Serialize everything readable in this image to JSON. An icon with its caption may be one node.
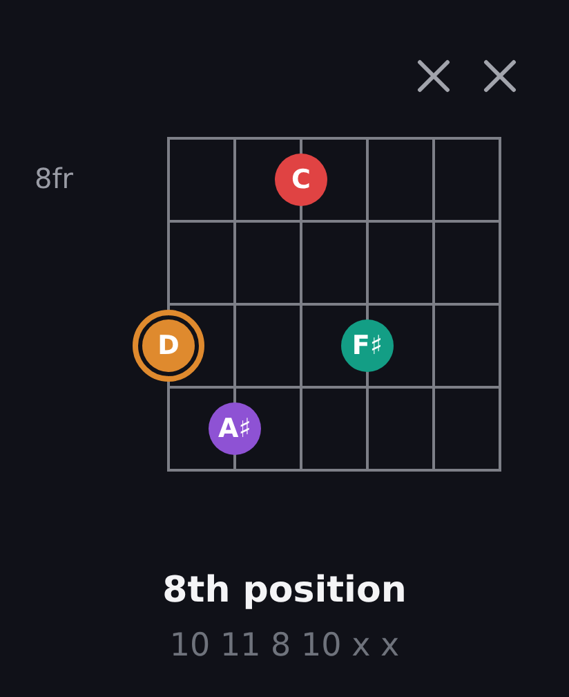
{
  "diagram": {
    "title": "8th position",
    "caption": "10 11 8 10 x x",
    "nodes": [
      {
        "text": [
          "C"
        ]
      },
      {
        "text": [
          "D"
        ]
      },
      {
        "text": [
          "F♯"
        ]
      },
      {
        "text": [
          "A♯"
        ]
      }
    ],
    "labels": [
      "8fr"
    ]
  }
}
